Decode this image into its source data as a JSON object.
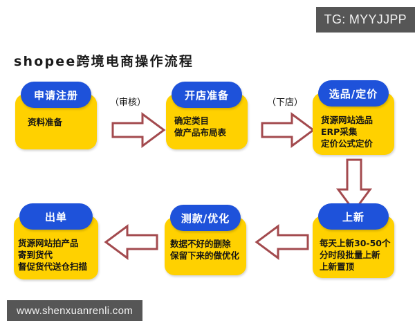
{
  "watermarks": {
    "telegram": "TG: MYYJJPP",
    "website": "www.shenxuanrenli.com"
  },
  "page_title": "shopee跨境电商操作流程",
  "colors": {
    "header_blue": "#1E52DA",
    "body_yellow": "#FFD100",
    "arrow_outline": "#A34A4E",
    "watermark_gray": "#565656",
    "text_dark": "#141414"
  },
  "flow": {
    "nodes": [
      {
        "id": "node-apply-register",
        "header": "申请注册",
        "lines": "资料准备"
      },
      {
        "id": "node-store-prep",
        "header": "开店准备",
        "lines": "确定类目\n做产品布局表"
      },
      {
        "id": "node-select-price",
        "header": "选品/定价",
        "lines": "货源网站选品\nERP采集\n定价公式定价"
      },
      {
        "id": "node-new-listing",
        "header": "上新",
        "lines": "每天上新30-50个\n分时段批量上新\n上新置顶"
      },
      {
        "id": "node-test-optimize",
        "header": "测款/优化",
        "lines": "数据不好的删除\n保留下来的做优化"
      },
      {
        "id": "node-order-out",
        "header": "出单",
        "lines": "货源网站拍产品\n寄到货代\n督促货代送仓扫描"
      }
    ],
    "connectors": [
      {
        "id": "connector-1",
        "label": "（审核）",
        "direction": "right"
      },
      {
        "id": "connector-2",
        "label": "（下店）",
        "direction": "right"
      },
      {
        "id": "connector-3",
        "label": "",
        "direction": "down"
      },
      {
        "id": "connector-4",
        "label": "",
        "direction": "left"
      },
      {
        "id": "connector-5",
        "label": "",
        "direction": "left"
      }
    ]
  }
}
